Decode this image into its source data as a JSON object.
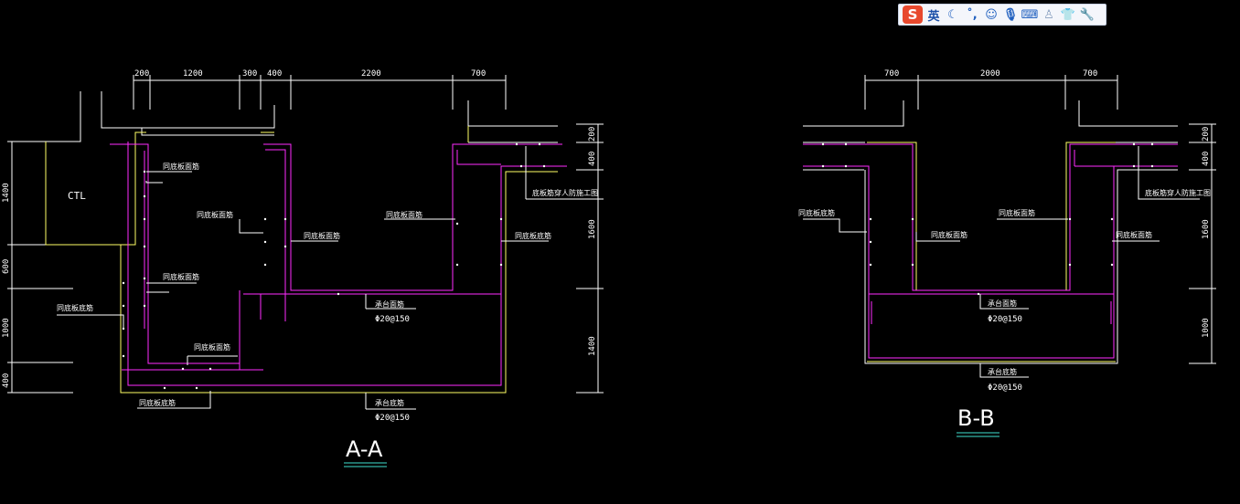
{
  "ime_toolbar": {
    "logo": "S",
    "mode": "英",
    "icons": [
      "moon-icon",
      "punctuation-icon",
      "emoji-icon",
      "microphone-icon",
      "keyboard-icon",
      "user-icon",
      "skin-icon",
      "settings-wrench-icon"
    ]
  },
  "section_aa": {
    "title": "A-A",
    "top_dims": [
      "200",
      "1200",
      "300",
      "400",
      "2200",
      "700"
    ],
    "left_dims": [
      "1400",
      "600",
      "1000",
      "400"
    ],
    "right_dims": [
      "200",
      "400",
      "1600",
      "1400"
    ],
    "ctl": "CTL",
    "labels": {
      "l1": "同底板面筋",
      "l2": "同底板面筋",
      "l3": "同底板面筋",
      "l4": "同底板面筋",
      "l5": "同底板面筋",
      "l6": "同底板面筋",
      "l7": "同底板底筋",
      "l8": "同底板底筋",
      "l9": "同底板底筋",
      "r1": "底板筋穿人防施工图",
      "cap1": "承台面筋",
      "cap1_spec": "Φ20@150",
      "cap2": "承台底筋",
      "cap2_spec": "Φ20@150"
    }
  },
  "section_bb": {
    "title": "B-B",
    "top_dims": [
      "700",
      "2000",
      "700"
    ],
    "right_dims": [
      "200",
      "400",
      "1600",
      "1000"
    ],
    "labels": {
      "l1": "同底板底筋",
      "l2": "同底板面筋",
      "l3": "同底板面筋",
      "l4": "同底板面筋",
      "r1": "底板筋穿人防施工图",
      "cap1": "承台面筋",
      "cap1_spec": "Φ20@150",
      "cap2": "承台底筋",
      "cap2_spec": "Φ20@150"
    }
  },
  "colors": {
    "background": "#000000",
    "outline": "#ffffff",
    "rebar": "#ff2bff",
    "concrete": "#ffff66",
    "title_underline": "#40e0d0"
  }
}
